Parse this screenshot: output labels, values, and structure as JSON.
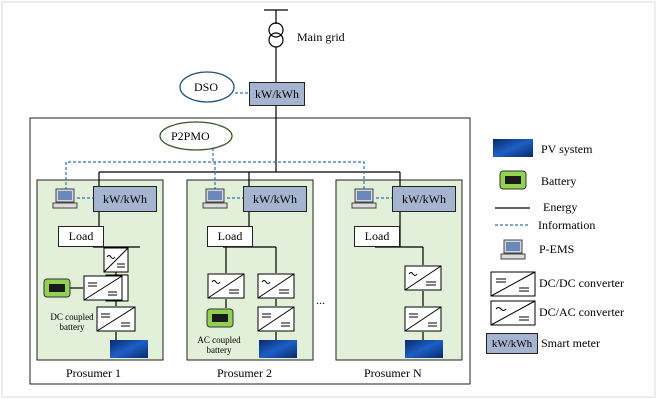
{
  "diagram": {
    "main_grid_label": "Main grid",
    "dso_label": "DSO",
    "p2pmo_label": "P2PMO",
    "meter_label": "kW/kWh",
    "load_label": "Load",
    "ellipsis": "...",
    "prosumers": [
      {
        "name": "Prosumer 1",
        "battery_caption": "DC coupled battery"
      },
      {
        "name": "Prosumer 2",
        "battery_caption": "AC coupled battery"
      },
      {
        "name": "Prosumer N",
        "battery_caption": ""
      }
    ]
  },
  "legend": {
    "pv_system": "PV system",
    "battery": "Battery",
    "energy": "Energy",
    "information": "Information",
    "pems": "P-EMS",
    "dcdc": "DC/DC converter",
    "dcac": "DC/AC converter",
    "smart_meter": "Smart meter",
    "smart_meter_icon_text": "kW/kWh"
  },
  "colors": {
    "prosumer_fill": "#e2efd9",
    "meter_fill": "#a5b4cf",
    "information_line": "#2e75b6",
    "dso_ellipse": "#1f4e79",
    "p2pmo_ellipse": "#385723",
    "battery_green": "#92d050"
  }
}
